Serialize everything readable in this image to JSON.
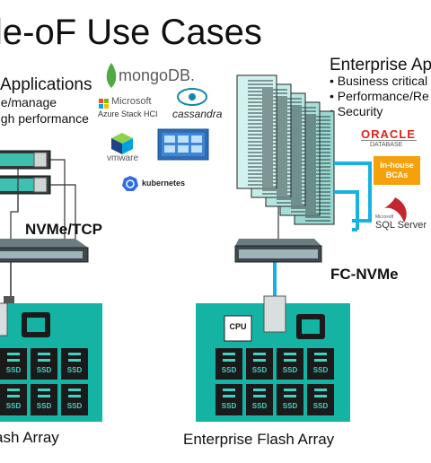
{
  "title": "le-oF Use Cases",
  "left": {
    "heading": "Applications",
    "bullets": [
      "e/manage",
      "gh performance"
    ],
    "protocol": "NVMe/TCP",
    "array_label": "ash Array",
    "logos": {
      "mongodb": "mongoDB.",
      "microsoft_line1": "Microsoft",
      "microsoft_line2": "Azure Stack HCI",
      "cassandra": "cassandra",
      "vmware": "vmware",
      "kubernetes": "kubernetes"
    }
  },
  "right": {
    "heading": "Enterprise Ap",
    "bullets": [
      "Business critical",
      "Performance/Re",
      "Security"
    ],
    "protocol": "FC-NVMe",
    "array_label": "Enterprise Flash Array",
    "cpu_label": "CPU",
    "oracle_line1": "ORACLE",
    "oracle_line2": "DATABASE",
    "inhouse_line1": "In-house",
    "inhouse_line2": "BCAs",
    "sql_small": "Microsoft",
    "sql_label": "SQL Server"
  },
  "ssd_label": "SSD",
  "colors": {
    "teal": "#14b3a3",
    "cable_blue": "#19b2e0",
    "oracle_red": "#e2231a",
    "inhouse_orange": "#f5a10b",
    "kubernetes_blue": "#326ce5"
  }
}
